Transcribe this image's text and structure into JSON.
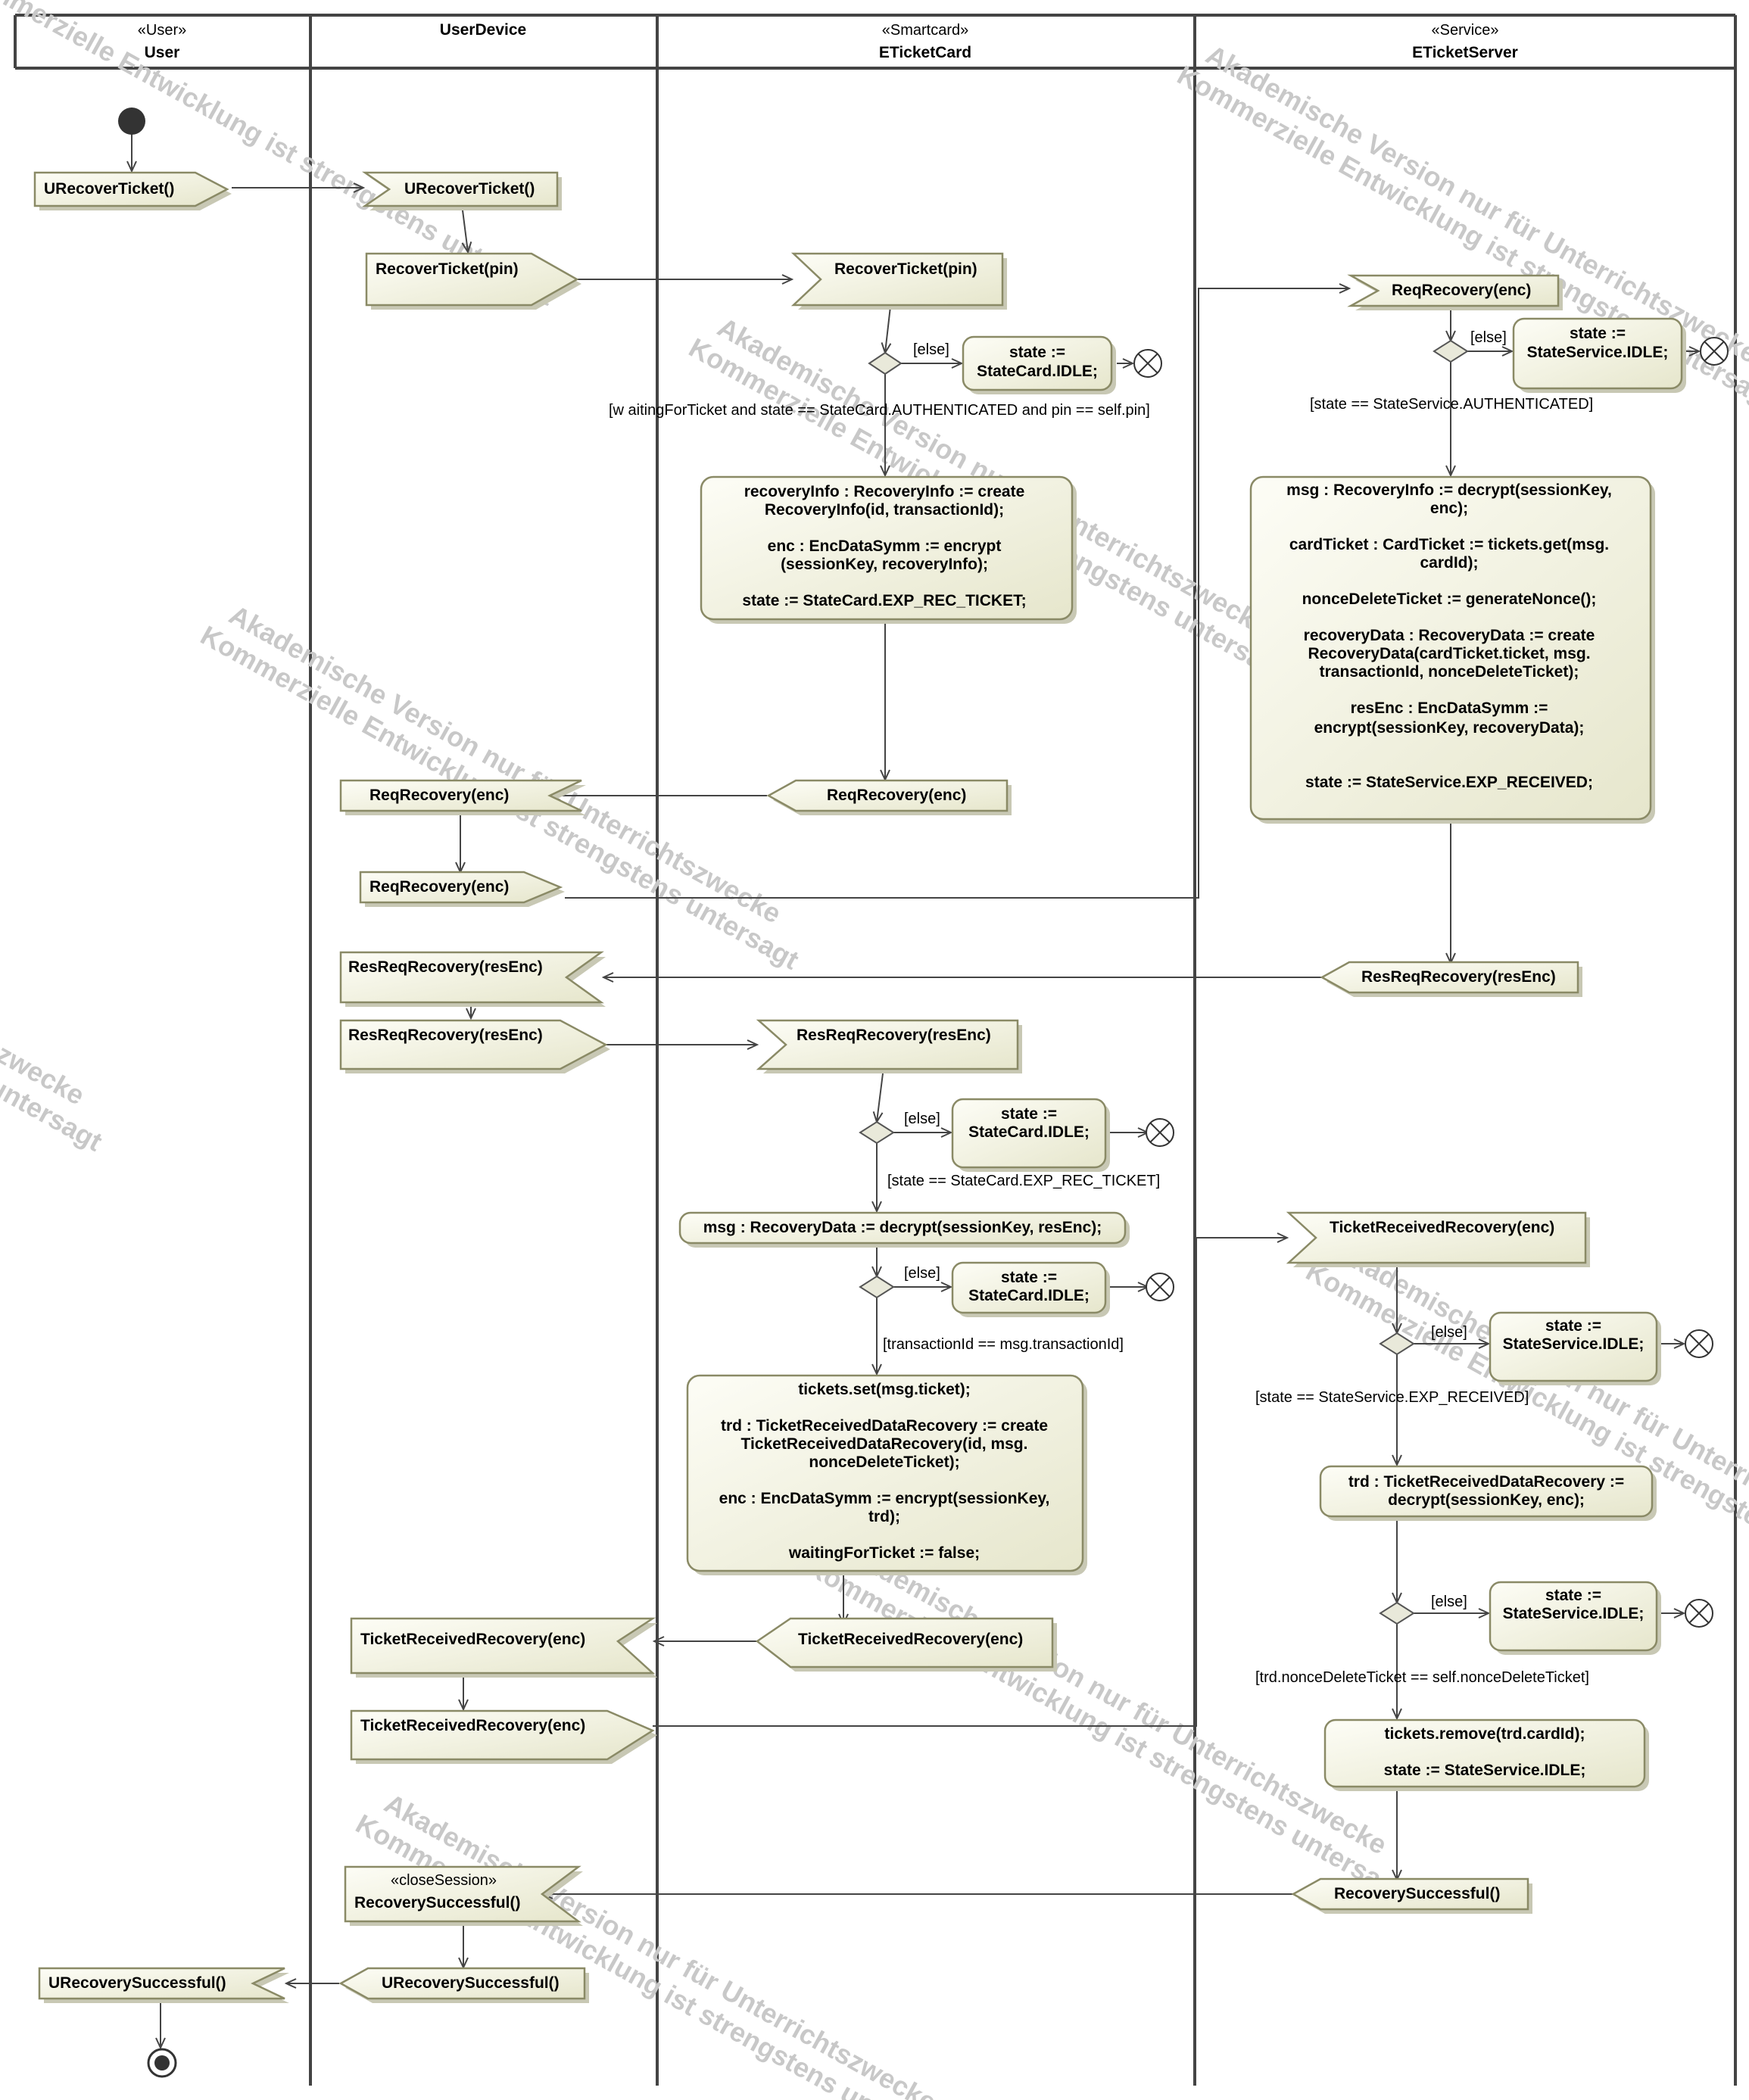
{
  "lanes": [
    {
      "stereotype": "«User»",
      "name": "User"
    },
    {
      "stereotype": "",
      "name": "UserDevice"
    },
    {
      "stereotype": "«Smartcard»",
      "name": "ETicketCard"
    },
    {
      "stereotype": "«Service»",
      "name": "ETicketServer"
    }
  ],
  "signals": {
    "user_urecover": "URecoverTicket()",
    "dev_urecover": "URecoverTicket()",
    "dev_recover_pin": "RecoverTicket(pin)",
    "card_recover_pin": "RecoverTicket(pin)",
    "srv_reqrecovery": "ReqRecovery(enc)",
    "card_send_reqrecovery": "ReqRecovery(enc)",
    "dev_recv_reqrecovery": "ReqRecovery(enc)",
    "dev_send_reqrecovery": "ReqRecovery(enc)",
    "srv_send_resreq": "ResReqRecovery(resEnc)",
    "dev_recv_resreq": "ResReqRecovery(resEnc)",
    "dev_send_resreq": "ResReqRecovery(resEnc)",
    "card_recv_resreq": "ResReqRecovery(resEnc)",
    "srv_recv_trr": "TicketReceivedRecovery(enc)",
    "card_send_trr": "TicketReceivedRecovery(enc)",
    "dev_recv_trr": "TicketReceivedRecovery(enc)",
    "dev_send_trr": "TicketReceivedRecovery(enc)",
    "srv_send_success": "RecoverySuccessful()",
    "dev_recv_success_stereo": "«closeSession»",
    "dev_recv_success": "RecoverySuccessful()",
    "dev_send_urecovery": "URecoverySuccessful()",
    "user_urecovery": "URecoverySuccessful()"
  },
  "actions": {
    "card_idle1": [
      "state :=",
      "StateCard.IDLE;"
    ],
    "srv_idle1": [
      "state :=",
      "StateService.IDLE;"
    ],
    "card_recoveryinfo": [
      "recoveryInfo : RecoveryInfo := create",
      "RecoveryInfo(id, transactionId);",
      "",
      "enc : EncDataSymm := encrypt",
      "(sessionKey, recoveryInfo);",
      "",
      "state := StateCard.EXP_REC_TICKET;"
    ],
    "srv_decrypt": [
      "msg : RecoveryInfo := decrypt(sessionKey,",
      "enc);",
      "",
      "cardTicket : CardTicket := tickets.get(msg.",
      "cardId);",
      "",
      "nonceDeleteTicket := generateNonce();",
      "",
      "recoveryData : RecoveryData := create",
      "RecoveryData(cardTicket.ticket, msg.",
      "transactionId, nonceDeleteTicket);",
      "",
      "resEnc : EncDataSymm :=",
      "encrypt(sessionKey, recoveryData);",
      "",
      "",
      "state := StateService.EXP_RECEIVED;"
    ],
    "card_idle2": [
      "state :=",
      "StateCard.IDLE;"
    ],
    "card_msg_decrypt": [
      "msg : RecoveryData := decrypt(sessionKey, resEnc);"
    ],
    "card_idle3": [
      "state :=",
      "StateCard.IDLE;"
    ],
    "card_tickets_set": [
      "tickets.set(msg.ticket);",
      "",
      "trd : TicketReceivedDataRecovery := create",
      "TicketReceivedDataRecovery(id, msg.",
      "nonceDeleteTicket);",
      "",
      "enc : EncDataSymm := encrypt(sessionKey,",
      "trd);",
      "",
      "waitingForTicket := false;"
    ],
    "srv_idle2": [
      "state :=",
      "StateService.IDLE;"
    ],
    "srv_trd_decrypt": [
      "trd : TicketReceivedDataRecovery :=",
      "decrypt(sessionKey, enc);"
    ],
    "srv_idle3": [
      "state :=",
      "StateService.IDLE;"
    ],
    "srv_tickets_remove": [
      "tickets.remove(trd.cardId);",
      "",
      "state := StateService.IDLE;"
    ]
  },
  "guards": {
    "card_else1": "[else]",
    "card_auth": "[w aitingForTicket and state == StateCard.AUTHENTICATED and pin == self.pin]",
    "srv_else1": "[else]",
    "srv_auth": "[state == StateService.AUTHENTICATED]",
    "card_else2": "[else]",
    "card_exp": "[state == StateCard.EXP_REC_TICKET]",
    "card_else3": "[else]",
    "card_tid": "[transactionId == msg.transactionId]",
    "srv_else2": "[else]",
    "srv_exp": "[state == StateService.EXP_RECEIVED]",
    "srv_else3": "[else]",
    "srv_nonce": "[trd.nonceDeleteTicket == self.nonceDeleteTicket]"
  },
  "watermark": [
    "Akademische Version nur für Unterrichtszwecke",
    "Kommerzielle Entwicklung ist strengstens untersagt"
  ],
  "colors": {
    "fill_light": "#fdfdf6",
    "fill_dark": "#e6e6cc",
    "border": "#8a8a66",
    "line": "#444444"
  }
}
